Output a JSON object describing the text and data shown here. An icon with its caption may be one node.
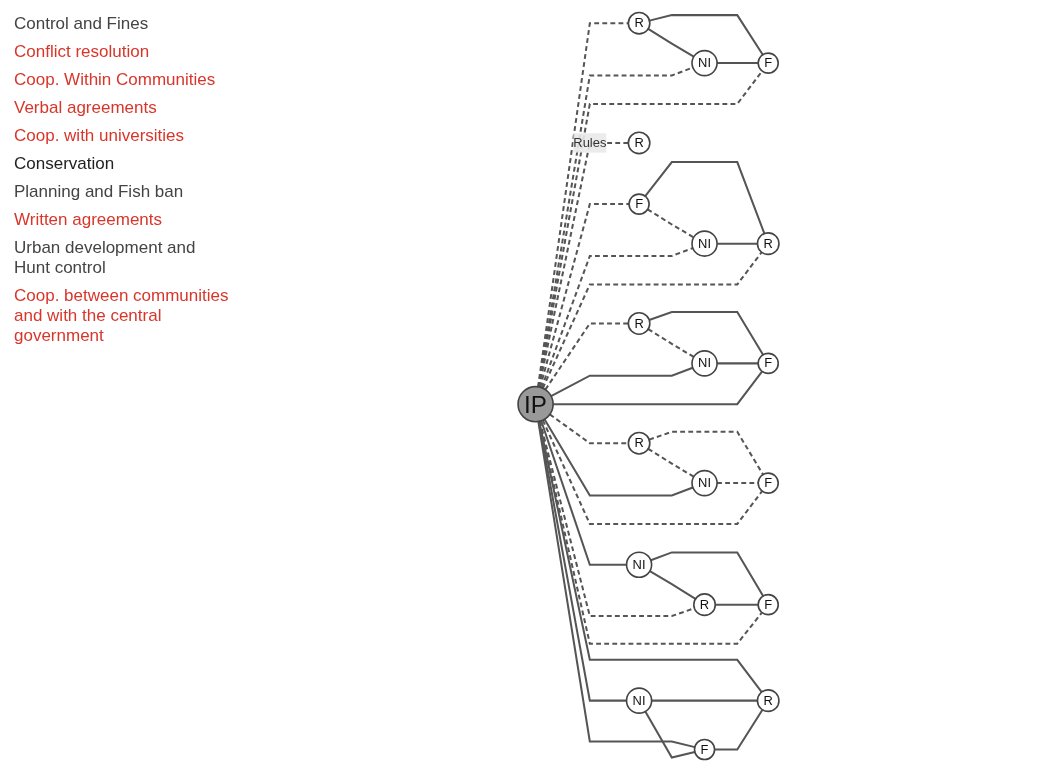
{
  "diagram": {
    "nodes": [
      {
        "text": [
          "IP"
        ]
      },
      {
        "text": [
          "R"
        ]
      },
      {
        "text": [
          "NI"
        ]
      },
      {
        "text": [
          "F"
        ]
      },
      {
        "text": [
          "F"
        ]
      },
      {
        "text": [
          "NI"
        ]
      },
      {
        "text": [
          "R"
        ]
      },
      {
        "text": [
          "R"
        ]
      },
      {
        "text": [
          "NI"
        ]
      },
      {
        "text": [
          "F"
        ]
      },
      {
        "text": [
          "R"
        ]
      },
      {
        "text": [
          "R"
        ]
      },
      {
        "text": [
          "NI"
        ]
      },
      {
        "text": [
          "F"
        ]
      },
      {
        "text": [
          "NI"
        ]
      },
      {
        "text": [
          "R"
        ]
      },
      {
        "text": [
          "F"
        ]
      },
      {
        "text": [
          "NI"
        ]
      },
      {
        "text": [
          "F"
        ]
      },
      {
        "text": [
          "R"
        ]
      }
    ],
    "edges": [
      {
        "from": 1,
        "to": 3,
        "arrow": "none"
      },
      {
        "from": 1,
        "to": 2,
        "arrow": "none"
      },
      {
        "from": 2,
        "to": 3,
        "arrow": "none"
      },
      {
        "from": 0,
        "to": 1,
        "arrow": "none",
        "style": "dashed"
      },
      {
        "from": 0,
        "to": 2,
        "arrow": "none",
        "style": "dashed"
      },
      {
        "from": 0,
        "to": 3,
        "arrow": "none",
        "style": "dashed"
      },
      {
        "from": 4,
        "to": 6,
        "arrow": "none"
      },
      {
        "from": 4,
        "to": 5,
        "arrow": "none",
        "style": "dashed"
      },
      {
        "from": 5,
        "to": 6,
        "arrow": "none"
      },
      {
        "from": 0,
        "to": 4,
        "arrow": "none",
        "style": "dashed"
      },
      {
        "from": 0,
        "to": 5,
        "arrow": "none",
        "style": "dashed"
      },
      {
        "from": 0,
        "to": 6,
        "arrow": "none",
        "style": "dashed"
      },
      {
        "from": 7,
        "to": 9,
        "arrow": "none"
      },
      {
        "from": 8,
        "to": 9,
        "arrow": "none"
      },
      {
        "from": 7,
        "to": 8,
        "arrow": "none",
        "style": "dashed"
      },
      {
        "from": 0,
        "to": 7,
        "arrow": "none",
        "style": "dashed"
      },
      {
        "from": 0,
        "to": 8,
        "arrow": "none"
      },
      {
        "from": 0,
        "to": 9,
        "arrow": "none"
      },
      {
        "from": 0,
        "to": 10,
        "arrow": "none",
        "style": "dashed",
        "label": "Rules"
      },
      {
        "from": 0,
        "to": 11,
        "arrow": "none",
        "style": "dashed"
      },
      {
        "from": 11,
        "to": 12,
        "arrow": "none",
        "style": "dashed"
      },
      {
        "from": 11,
        "to": 13,
        "arrow": "none",
        "style": "dashed"
      },
      {
        "from": 12,
        "to": 13,
        "arrow": "none",
        "style": "dashed"
      },
      {
        "from": 0,
        "to": 12,
        "arrow": "none"
      },
      {
        "from": 0,
        "to": 13,
        "arrow": "none",
        "style": "dashed"
      },
      {
        "from": 14,
        "to": 15,
        "arrow": "none"
      },
      {
        "from": 14,
        "to": 16,
        "arrow": "none"
      },
      {
        "from": 15,
        "to": 16,
        "arrow": "none"
      },
      {
        "from": 0,
        "to": 14,
        "arrow": "none"
      },
      {
        "from": 0,
        "to": 15,
        "arrow": "none",
        "style": "dashed"
      },
      {
        "from": 0,
        "to": 16,
        "arrow": "none",
        "style": "dashed"
      },
      {
        "from": 0,
        "to": 17,
        "arrow": "none"
      },
      {
        "from": 0,
        "to": 18,
        "arrow": "none"
      },
      {
        "from": 0,
        "to": 19,
        "arrow": "none"
      },
      {
        "from": 17,
        "to": 18,
        "arrow": "none"
      },
      {
        "from": 17,
        "to": 19,
        "arrow": "none"
      },
      {
        "from": 18,
        "to": 19,
        "arrow": "none"
      }
    ],
    "labels": [
      "Control and Fines",
      "Conflict resolution",
      "Coop. Within Communities",
      "Verbal agreements",
      "Coop. with universities",
      "Conservation",
      "Planning and Fish ban",
      "Written agreements",
      "Urban development and Hunt control",
      "Coop. between communities and with the central government"
    ]
  }
}
